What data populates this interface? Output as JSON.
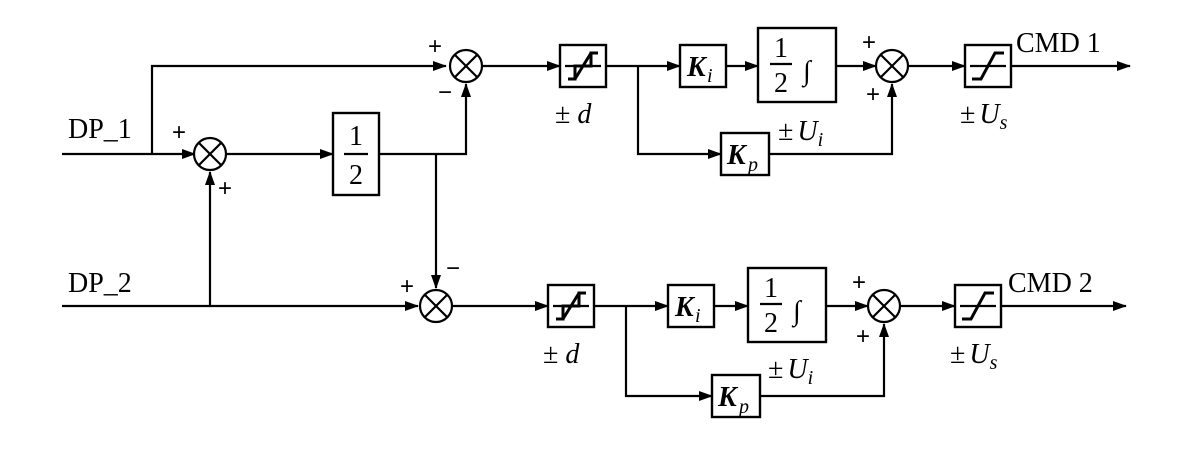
{
  "inputs": {
    "dp1": "DP_1",
    "dp2": "DP_2"
  },
  "outputs": {
    "cmd1": "CMD 1",
    "cmd2": "CMD 2"
  },
  "signs": {
    "plus": "+",
    "minus": "−"
  },
  "half_block": {
    "num": "1",
    "den": "2"
  },
  "integrator": {
    "num": "1",
    "den": "2",
    "symbol": "∫"
  },
  "gains": {
    "ki_main": "K",
    "ki_sub": "i",
    "kp_main": "K",
    "kp_sub": "p"
  },
  "limits": {
    "pm": "±",
    "d": "d",
    "U": "U",
    "i_sub": "i",
    "s_sub": "s"
  }
}
